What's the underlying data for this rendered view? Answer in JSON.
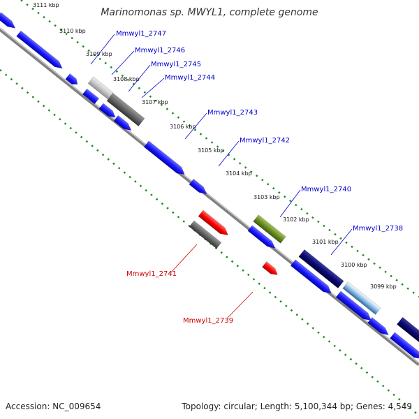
{
  "title": "Marinomonas sp. MWYL1, complete genome",
  "footer": {
    "accession": "Accession: NC_009654",
    "summary": "Topology: circular; Length: 5,100,344 bp; Genes: 4,549"
  },
  "ticks": [
    {
      "label": "3111 kbp"
    },
    {
      "label": "3110 kbp"
    },
    {
      "label": "3109 kbp"
    },
    {
      "label": "3108 kbp"
    },
    {
      "label": "3107 kbp"
    },
    {
      "label": "3106 kbp"
    },
    {
      "label": "3105 kbp"
    },
    {
      "label": "3104 kbp"
    },
    {
      "label": "3103 kbp"
    },
    {
      "label": "3102 kbp"
    },
    {
      "label": "3101 kbp"
    },
    {
      "label": "3100 kbp"
    },
    {
      "label": "3099 kbp"
    }
  ],
  "labels": [
    {
      "text": "Mmwyl1_2747",
      "color": "#0000cc"
    },
    {
      "text": "Mmwyl1_2746",
      "color": "#0000cc"
    },
    {
      "text": "Mmwyl1_2745",
      "color": "#0000cc"
    },
    {
      "text": "Mmwyl1_2744",
      "color": "#0000cc"
    },
    {
      "text": "Mmwyl1_2743",
      "color": "#0000cc"
    },
    {
      "text": "Mmwyl1_2742",
      "color": "#0000cc"
    },
    {
      "text": "Mmwyl1_2740",
      "color": "#0000cc"
    },
    {
      "text": "Mmwyl1_2738",
      "color": "#0000cc"
    },
    {
      "text": "Mmwyl1_2741",
      "color": "#cc0000"
    },
    {
      "text": "Mmwyl1_2739",
      "color": "#cc0000"
    }
  ],
  "colors": {
    "cds": "#1a1aff",
    "rna_red": "#ff0000",
    "gray_dark": "#666666",
    "gray_light": "#c8c8c8",
    "olive": "#6b8e23",
    "navy": "#0a0a70",
    "steel": "#4a90c8",
    "backbone": "#888888",
    "tick_dots": "#228b22"
  }
}
